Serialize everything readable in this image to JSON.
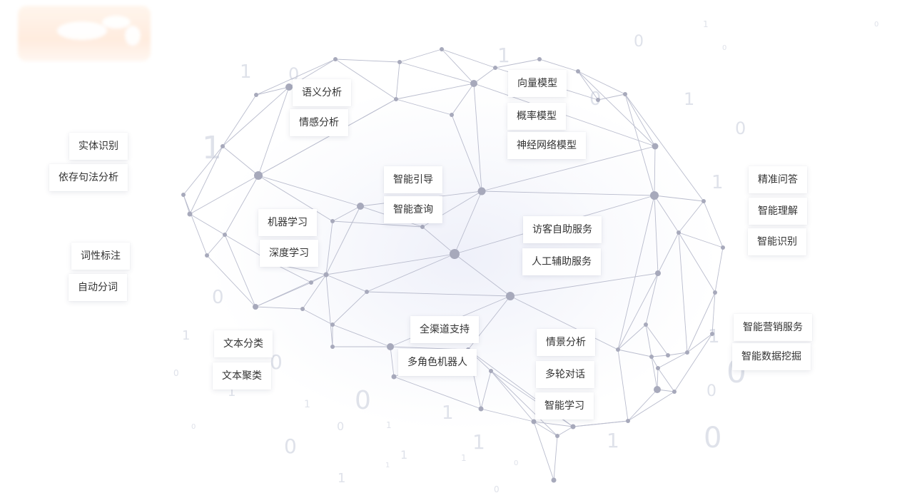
{
  "labels": {
    "entity_recognition": "实体识别",
    "dependency_parsing": "依存句法分析",
    "pos_tagging": "词性标注",
    "word_segmentation": "自动分词",
    "semantic_analysis": "语义分析",
    "sentiment_analysis": "情感分析",
    "machine_learning": "机器学习",
    "deep_learning": "深度学习",
    "text_classification": "文本分类",
    "text_clustering": "文本聚类",
    "smart_guide": "智能引导",
    "smart_query": "智能查询",
    "vector_model": "向量模型",
    "probability_model": "概率模型",
    "neural_network_model": "神经网络模型",
    "visitor_self_service": "访客自助服务",
    "manual_assist_service": "人工辅助服务",
    "omnichannel_support": "全渠道支持",
    "multi_role_robot": "多角色机器人",
    "scenario_analysis": "情景分析",
    "multi_turn_dialog": "多轮对话",
    "smart_learning": "智能学习",
    "precise_qa": "精准问答",
    "smart_understanding": "智能理解",
    "smart_recognition": "智能识别",
    "smart_marketing_service": "智能营销服务",
    "smart_data_mining": "智能数据挖掘"
  },
  "background_digits": [
    "1",
    "0",
    "1",
    "0",
    "1",
    "0",
    "1",
    "0",
    "1",
    "0",
    "1",
    "0",
    "1",
    "0",
    "1",
    "0",
    "1",
    "0",
    "1",
    "0",
    "1",
    "1",
    "1",
    "0",
    "1",
    "0",
    "1",
    "0",
    "0",
    "1",
    "0",
    "0",
    "1",
    "0",
    "1",
    "0"
  ],
  "colors": {
    "line": "#b9bccd",
    "node": "#a7a9bb",
    "digit": "#dfe2ea",
    "label_text": "#333333"
  }
}
